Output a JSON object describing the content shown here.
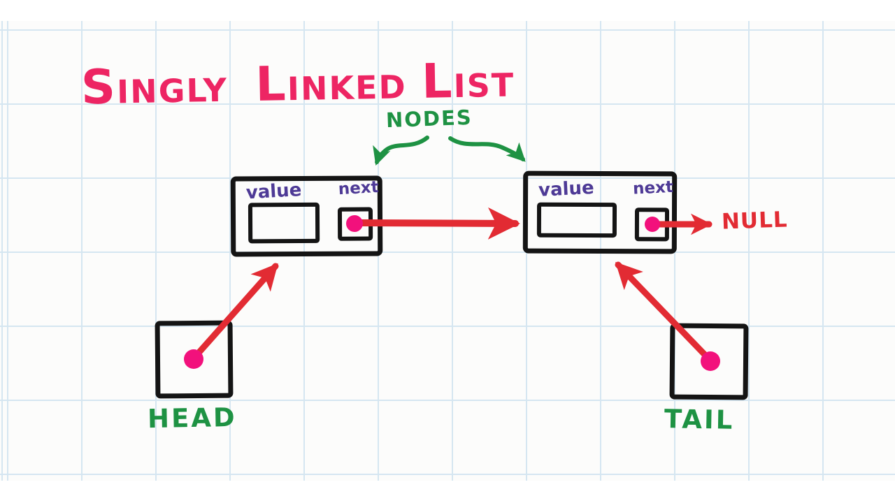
{
  "title": {
    "words": [
      "Singly",
      "Linked",
      "List"
    ]
  },
  "labels": {
    "nodes": "NODES",
    "head": "HEAD",
    "tail": "TAIL",
    "null": "NULL"
  },
  "nodes": [
    {
      "value_label": "value",
      "next_label": "next",
      "next_points_to": "node-2"
    },
    {
      "value_label": "value",
      "next_label": "next",
      "next_points_to": "NULL"
    }
  ],
  "pointers": [
    {
      "label": "HEAD",
      "points_to": "node-1"
    },
    {
      "label": "TAIL",
      "points_to": "node-2"
    }
  ],
  "colors": {
    "pink": "#ED2563",
    "magenta": "#F2117C",
    "red": "#E22B33",
    "green": "#1E9243",
    "purple": "#4E3A96",
    "ink": "#141414",
    "grid": "#D5E6F1",
    "paper": "#FCFCFB"
  }
}
